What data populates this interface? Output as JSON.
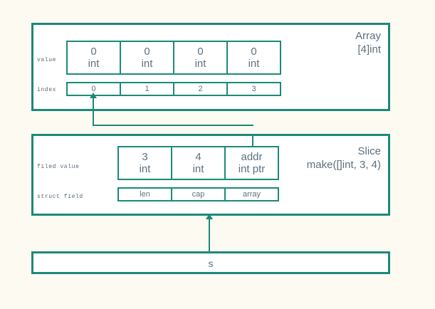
{
  "diagram": {
    "title_hidden": "",
    "colors": {
      "accent": "#1b8a7a",
      "text": "#5d7080",
      "background": "#fdfaf1",
      "box_fill": "#ffffff"
    }
  },
  "array_section": {
    "title_line1": "Array",
    "title_line2": "[4]int",
    "value_row_label": "value",
    "index_row_label": "index",
    "cells": [
      {
        "value": "0",
        "type": "int",
        "index": "0"
      },
      {
        "value": "0",
        "type": "int",
        "index": "1"
      },
      {
        "value": "0",
        "type": "int",
        "index": "2"
      },
      {
        "value": "0",
        "type": "int",
        "index": "3"
      }
    ]
  },
  "slice_section": {
    "title_line1": "Slice",
    "title_line2": "make([]int, 3, 4)",
    "value_row_label": "filed value",
    "field_row_label": "struct field",
    "cells": [
      {
        "value": "3",
        "type": "int",
        "field": "len"
      },
      {
        "value": "4",
        "type": "int",
        "field": "cap"
      },
      {
        "value": "addr",
        "type": "int ptr",
        "field": "array"
      }
    ]
  },
  "variable_section": {
    "name": "s"
  }
}
